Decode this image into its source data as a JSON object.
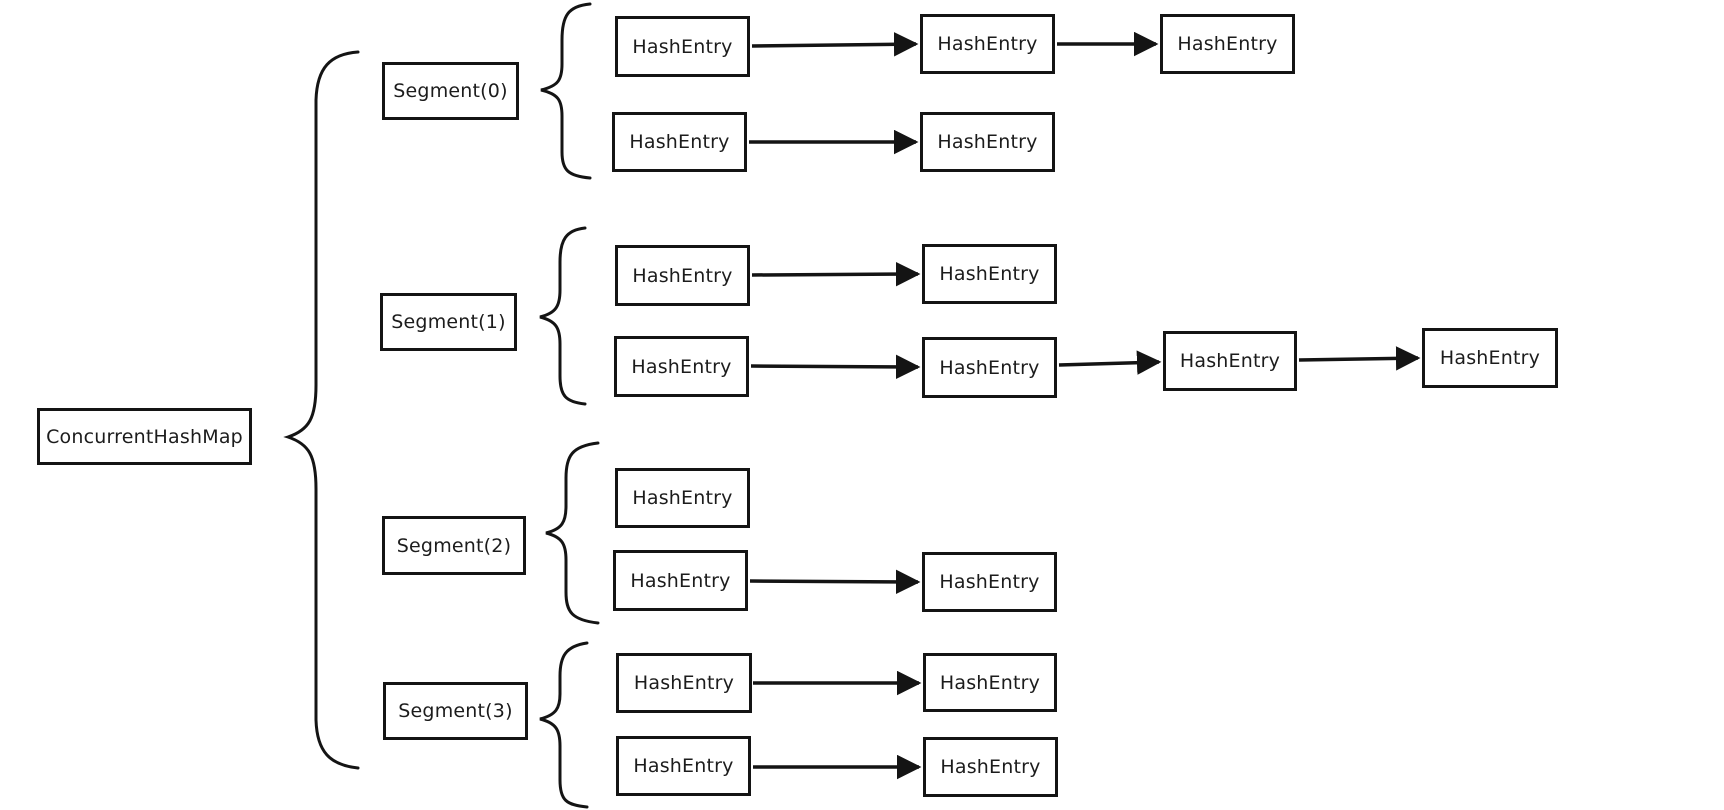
{
  "diagram": {
    "colors": {
      "stroke": "#141414",
      "background": "#ffffff"
    },
    "root": {
      "label": "ConcurrentHashMap"
    },
    "segments": [
      {
        "label": "Segment(0)",
        "buckets": [
          {
            "nodes": [
              "HashEntry",
              "HashEntry",
              "HashEntry"
            ]
          },
          {
            "nodes": [
              "HashEntry",
              "HashEntry"
            ]
          }
        ]
      },
      {
        "label": "Segment(1)",
        "buckets": [
          {
            "nodes": [
              "HashEntry",
              "HashEntry"
            ]
          },
          {
            "nodes": [
              "HashEntry",
              "HashEntry",
              "HashEntry",
              "HashEntry"
            ]
          }
        ]
      },
      {
        "label": "Segment(2)",
        "buckets": [
          {
            "nodes": [
              "HashEntry"
            ]
          },
          {
            "nodes": [
              "HashEntry",
              "HashEntry"
            ]
          }
        ]
      },
      {
        "label": "Segment(3)",
        "buckets": [
          {
            "nodes": [
              "HashEntry",
              "HashEntry"
            ]
          },
          {
            "nodes": [
              "HashEntry",
              "HashEntry"
            ]
          }
        ]
      }
    ]
  }
}
